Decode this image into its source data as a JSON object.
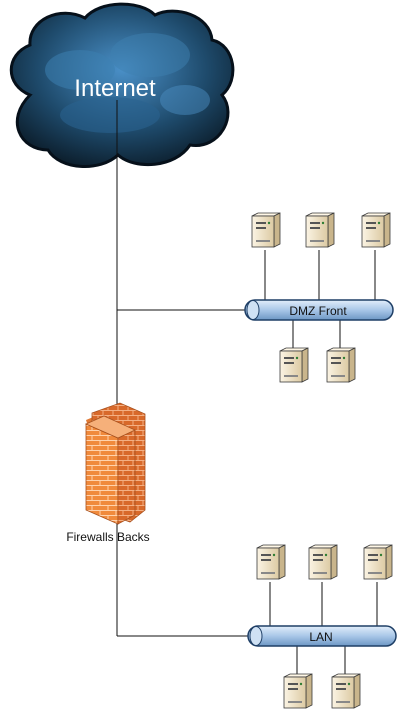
{
  "cloud": {
    "label": "Internet"
  },
  "firewall": {
    "label": "Firewalls Backs"
  },
  "segments": {
    "dmz": {
      "label": "DMZ Front",
      "servers_above": 3,
      "servers_below": 2
    },
    "lan": {
      "label": "LAN",
      "servers_above": 3,
      "servers_below": 2
    }
  },
  "colors": {
    "line": "#111111",
    "cloud_dark": "#0b1a26",
    "cloud_mid": "#1e4a6b",
    "cloud_light": "#3d7fb0",
    "bus_fill": "#b8d3ef",
    "bus_stroke": "#1f3f66",
    "firewall_front": "#f08a3c",
    "firewall_side": "#d8692a",
    "server_body": "#f3e8cf",
    "server_side": "#c9b58c"
  }
}
